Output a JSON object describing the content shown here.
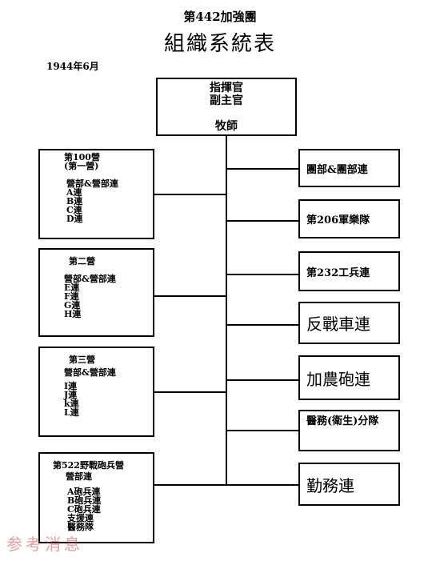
{
  "header": {
    "unit": "第442加強團",
    "title": "組織系統表",
    "date": "1944年6月"
  },
  "command": {
    "line1": "指揮官",
    "line2": "副主官",
    "line3": "牧師"
  },
  "battalions": [
    {
      "title": "第100營",
      "subtitle": "(第一營)",
      "items": [
        "營部&營部連",
        "A連",
        "B連",
        "C連",
        "D連"
      ]
    },
    {
      "title": "第二營",
      "items": [
        "營部&營部連",
        "E連",
        "F連",
        "G連",
        "H連"
      ]
    },
    {
      "title": "第三營",
      "items": [
        "營部&營部連",
        "I連",
        "J連",
        "k連",
        "L連"
      ]
    },
    {
      "title": "第522野戰砲兵營",
      "subtitle": "營部連",
      "items": [
        "A砲兵連",
        "B砲兵連",
        "C砲兵連",
        "支援連",
        "醫務隊"
      ]
    }
  ],
  "units": [
    "團部&團部連",
    "第206軍樂隊",
    "第232工兵連",
    "反戰車連",
    "加農砲連",
    "醫務(衛生)分隊",
    "勤務連"
  ],
  "watermark": "参考消息"
}
